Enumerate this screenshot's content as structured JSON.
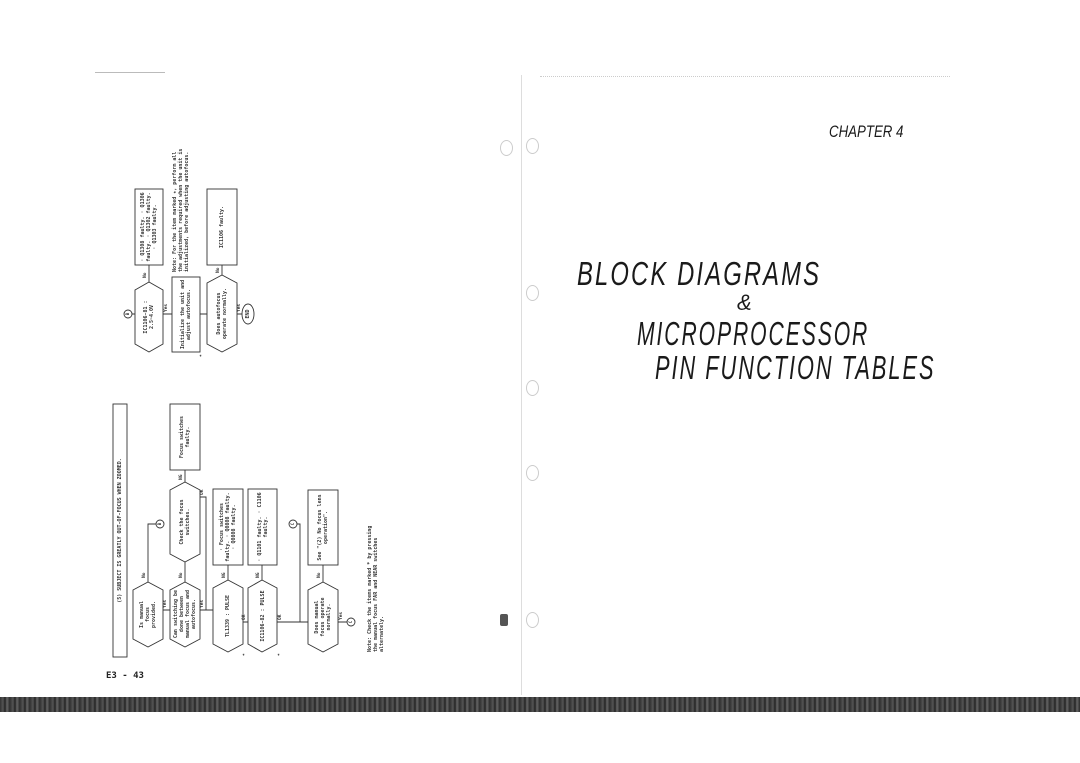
{
  "left_page": {
    "section_title": "(5) SUBJECT IS GREATLY OUT-OF-FOCUS WHEN ZOOMED.",
    "page_number": "E3 - 43",
    "nodes": {
      "manual_focus_provided": "Is manual focus provided.",
      "can_switch": "Can switching be done between manual focus and autofocus.",
      "check_focus_switches": "Check the focus switches.",
      "focus_switches_faulty": "Focus switches faulty.",
      "tl1339_pulse": "TL1339 : PULSE",
      "tl1339_ng_box": "· Focus switches faulty. · Q0808 faulty. · Q0808 faulty.",
      "ic1106_82_pulse": "IC1106-82 : PULSE",
      "ic1106_82_ng_box": "· Q1101 faulty. · C1106 faulty.",
      "manual_focus_normal": "Does manual focus operate normally.",
      "see_no_focus_lens": "See \"(2) No focus lens operation\".",
      "ic1106_81_voltage": "IC1106-81 : 2.5~4.0V",
      "ic1106_81_no_box": "· Q1308 faulty. · Q1306 faulty. · Q1302 faulty. · Q1303 faulty.",
      "initialize_unit": "Initialize the unit and adjust autofocus.",
      "autofocus_normal": "Does autofocus operate normally.",
      "ic1106_faulty": "IC1106 faulty.",
      "end": "END"
    },
    "connectors": {
      "b": "B",
      "c": "C"
    },
    "labels": {
      "yes": "Yes",
      "no": "No",
      "ok": "OK",
      "ng": "NG",
      "star": "*"
    },
    "note_bottom": "Note: Check the items marked * by pressing the manual focus FAR and NEAR switches alternately.",
    "note_top": "Note: For the item marked ★, perform all the adjustments required when the unit is initialized, before adjusting autofocus."
  },
  "right_page": {
    "chapter": "CHAPTER 4",
    "title_line1": "BLOCK DIAGRAMS",
    "title_amp": "&",
    "title_line2": "MICROPROCESSOR",
    "title_line3": "PIN FUNCTION TABLES"
  }
}
